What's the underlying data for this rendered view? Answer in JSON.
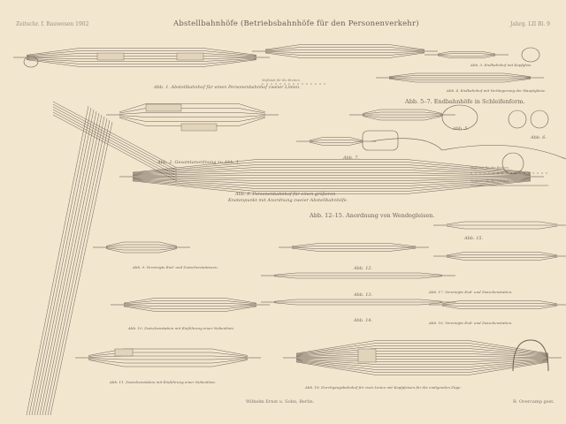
{
  "header": {
    "left": "Zeitschr. f. Bauwesen 1902",
    "title": "Abstellbahnhöfe (Betriebsbahnhöfe für den Personenverkehr)",
    "right": "Jahrg. LII Bl. 9"
  },
  "captions": {
    "abb1": "Abb. 1. Abstellbahnhof für einen Personenbahnhof zweier Linien.",
    "abb2": "Abb. 2. Gesamtanordnung zu Abb. 1.",
    "abb3": "Abb. 3. Endbahnhof mit Kopfgleis.",
    "abb4": "Abb. 4. Endbahnhof mit Verlängerung der Hauptgleise.",
    "abb5_7": "Abb. 5–7. Endbahnhöfe in Schleifenform.",
    "abb5": "Abb. 5.",
    "abb6": "Abb. 6.",
    "abb7": "Abb. 7.",
    "abb8_line1": "Abb. 8. Personenbahnhof für einen größeren",
    "abb8_line2": "Knotenpunkt mit Anordnung zweier Abstellbahnhöfe.",
    "abb9": "Abb. 9. Vereinigte End- und Zwischenstationen.",
    "abb10": "Abb. 10. Zwischenstation mit Einführung einer Nebenlinie.",
    "abb11": "Abb. 11. Zwischenstation mit Einführung einer Nebenlinie.",
    "abb12_15": "Abb. 12–15. Anordnung von Wendegleisen.",
    "abb12": "Abb. 12.",
    "abb13": "Abb. 13.",
    "abb14": "Abb. 14.",
    "abb15": "Abb. 15.",
    "abb16": "Abb. 16. Vereinigte End- und Zwischenstation.",
    "abb17": "Abb. 17. Vereinigte End- und Zwischenstation.",
    "abb18": "Abb. 18. Durchgangsbahnhof für zwei Linien mit Kopfgleisen für die endigenden Züge."
  },
  "scales": {
    "breiten": "Maßstab für die Breiten.",
    "laengen": "Maßstab für die Längen."
  },
  "footer": {
    "publisher": "Wilhelm Ernst u. Sohn, Berlin.",
    "engraver": "R. Overcamp gest."
  },
  "colors": {
    "paper": "#f3e6cf",
    "ink": "#6a5f54"
  }
}
